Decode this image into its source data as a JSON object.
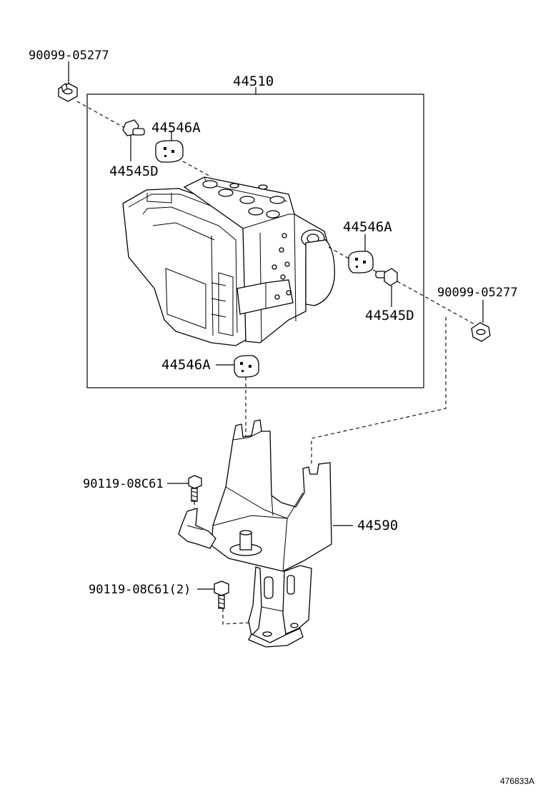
{
  "labels": {
    "bolt_top_left": "90099-05277",
    "assembly": "44510",
    "bushing_top": "44546A",
    "stud_top": "44545D",
    "bushing_right": "44546A",
    "bolt_right": "90099-05277",
    "stud_right": "44545D",
    "bushing_bottom": "44546A",
    "bracket_bolt_1": "90119-08C61",
    "bracket": "44590",
    "bracket_bolt_2": "90119-08C61(2)"
  },
  "diagram_code": "476833A"
}
